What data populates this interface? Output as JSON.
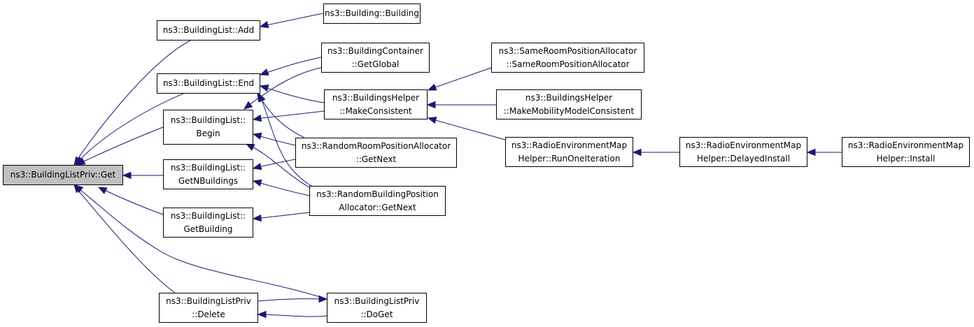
{
  "nodes": {
    "get": {
      "lines": [
        "ns3::BuildingListPriv::Get"
      ]
    },
    "add": {
      "lines": [
        "ns3::BuildingList::Add"
      ]
    },
    "building": {
      "lines": [
        "ns3::Building::Building"
      ]
    },
    "end": {
      "lines": [
        "ns3::BuildingList::End"
      ]
    },
    "getglobal": {
      "lines": [
        "ns3::BuildingContainer",
        "::GetGlobal"
      ]
    },
    "begin": {
      "lines": [
        "ns3::BuildingList::",
        "Begin"
      ]
    },
    "makeconsistent": {
      "lines": [
        "ns3::BuildingsHelper",
        "::MakeConsistent"
      ]
    },
    "sameroom": {
      "lines": [
        "ns3::SameRoomPositionAllocator",
        "::SameRoomPositionAllocator"
      ]
    },
    "mobilityconsistent": {
      "lines": [
        "ns3::BuildingsHelper",
        "::MakeMobilityModelConsistent"
      ]
    },
    "randomroom": {
      "lines": [
        "ns3::RandomRoomPositionAllocator",
        "::GetNext"
      ]
    },
    "remrun": {
      "lines": [
        "ns3::RadioEnvironmentMap",
        "Helper::RunOneIteration"
      ]
    },
    "remdelayed": {
      "lines": [
        "ns3::RadioEnvironmentMap",
        "Helper::DelayedInstall"
      ]
    },
    "reminstall": {
      "lines": [
        "ns3::RadioEnvironmentMap",
        "Helper::Install"
      ]
    },
    "getnbuildings": {
      "lines": [
        "ns3::BuildingList::",
        "GetNBuildings"
      ]
    },
    "randombuilding": {
      "lines": [
        "ns3::RandomBuildingPosition",
        "Allocator::GetNext"
      ]
    },
    "getbuilding": {
      "lines": [
        "ns3::BuildingList::",
        "GetBuilding"
      ]
    },
    "delete": {
      "lines": [
        "ns3::BuildingListPriv",
        "::Delete"
      ]
    },
    "doget": {
      "lines": [
        "ns3::BuildingListPriv",
        "::DoGet"
      ]
    }
  },
  "edge_color": "#191970",
  "root_fill": "#bfbfbf"
}
